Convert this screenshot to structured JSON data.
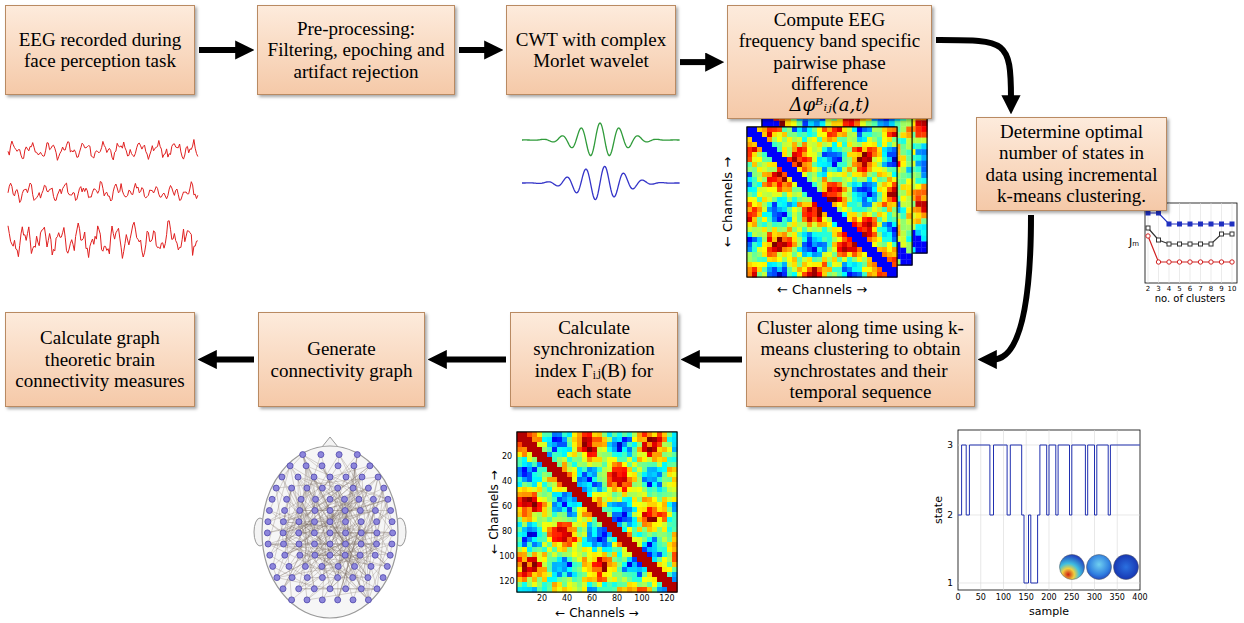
{
  "diagram": {
    "nodes": [
      {
        "text": [
          "EEG recorded during face perception task"
        ]
      },
      {
        "text": [
          "Pre-processing: Filtering, epoching and artifact rejection"
        ]
      },
      {
        "text": [
          "CWT with complex Morlet wavelet"
        ]
      },
      {
        "text": [
          "Compute EEG frequency band specific pairwise phase difference",
          "Δφᴮᵢⱼ(a,t)"
        ]
      },
      {
        "text": [
          "Determine optimal number of states in data using incremental k-means clustering."
        ]
      },
      {
        "text": [
          "Cluster along time using k-means clustering to obtain synchrostates and their temporal sequence"
        ]
      },
      {
        "text": [
          "Calculate synchronization index Γᵢⱼ(B) for each state"
        ]
      },
      {
        "text": [
          "Generate connectivity graph"
        ]
      },
      {
        "text": [
          "Calculate graph theoretic brain connectivity measures"
        ]
      }
    ],
    "edges": [
      {
        "from": 0,
        "to": 1,
        "arrow": "to"
      },
      {
        "from": 1,
        "to": 2,
        "arrow": "to"
      },
      {
        "from": 2,
        "to": 3,
        "arrow": "to"
      },
      {
        "from": 3,
        "to": 4,
        "arrow": "to"
      },
      {
        "from": 4,
        "to": 5,
        "arrow": "to"
      },
      {
        "from": 5,
        "to": 6,
        "arrow": "to"
      },
      {
        "from": 6,
        "to": 7,
        "arrow": "to"
      },
      {
        "from": 7,
        "to": 8,
        "arrow": "to"
      }
    ],
    "labels": [
      "← Channels →",
      "← Channels →",
      "Jₘ",
      "2",
      "3",
      "4",
      "5",
      "6",
      "7",
      "8",
      "9",
      "10",
      "no. of clusters",
      "← Channels →",
      "20",
      "40",
      "60",
      "80",
      "100",
      "120",
      "20",
      "40",
      "60",
      "80",
      "100",
      "120",
      "← Channels →",
      "state",
      "3",
      "2",
      "1",
      "0",
      "50",
      "100",
      "150",
      "200",
      "250",
      "300",
      "350",
      "400",
      "sample"
    ]
  }
}
